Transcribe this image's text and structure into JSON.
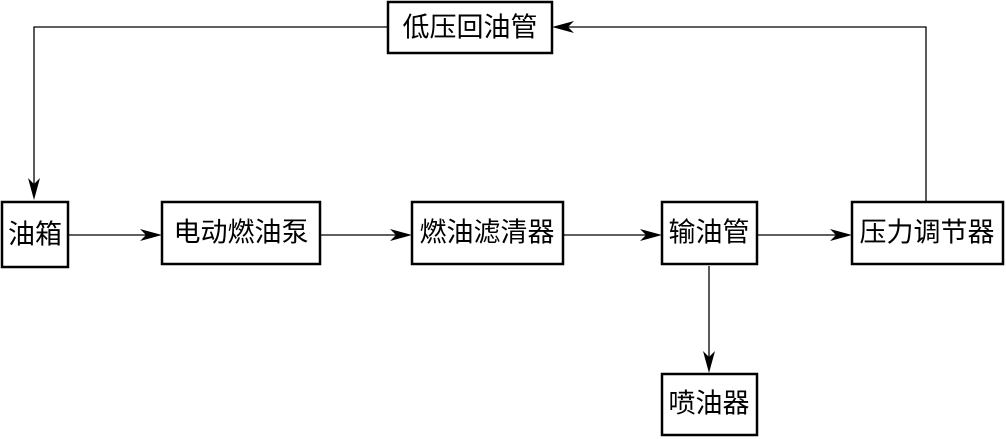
{
  "nodes": {
    "low_pressure_return": "低压回油管",
    "fuel_tank": "油箱",
    "electric_pump": "电动燃油泵",
    "fuel_filter": "燃油滤清器",
    "fuel_pipe": "输油管",
    "pressure_regulator": "压力调节器",
    "injector": "喷油器"
  },
  "edges": [
    {
      "from": "fuel_tank",
      "to": "electric_pump"
    },
    {
      "from": "electric_pump",
      "to": "fuel_filter"
    },
    {
      "from": "fuel_filter",
      "to": "fuel_pipe"
    },
    {
      "from": "fuel_pipe",
      "to": "pressure_regulator"
    },
    {
      "from": "fuel_pipe",
      "to": "injector"
    },
    {
      "from": "pressure_regulator",
      "to": "low_pressure_return"
    },
    {
      "from": "low_pressure_return",
      "to": "fuel_tank"
    }
  ]
}
